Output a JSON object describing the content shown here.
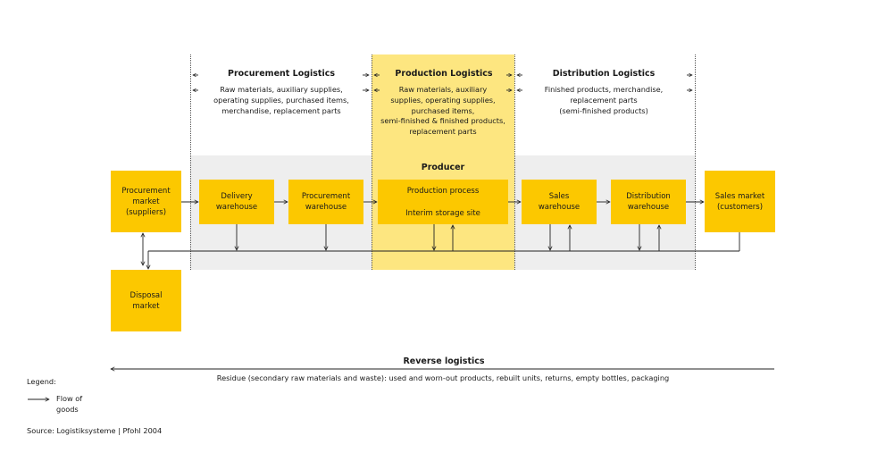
{
  "headers": {
    "procurement": {
      "title": "Procurement Logistics",
      "lines": [
        "Raw materials, auxiliary supplies,",
        "operating supplies, purchased items,",
        "merchandise, replacement parts"
      ]
    },
    "production": {
      "title": "Production Logistics",
      "lines": [
        "Raw materials, auxiliary",
        "supplies, operating supplies,",
        "purchased items,",
        "semi-finished & finished products,",
        "replacement parts"
      ]
    },
    "distribution": {
      "title": "Distribution Logistics",
      "lines": [
        "Finished products, merchandise,",
        "replacement parts",
        "(semi-finished products)"
      ]
    }
  },
  "producer_label": "Producer",
  "boxes": {
    "procurement_market": [
      "Procurement",
      "market",
      "(suppliers)"
    ],
    "delivery_warehouse": [
      "Delivery",
      "warehouse"
    ],
    "procurement_warehouse": [
      "Procurement",
      "warehouse"
    ],
    "production_process": "Production process",
    "interim_storage": "Interim storage site",
    "sales_warehouse": [
      "Sales",
      "warehouse"
    ],
    "distribution_warehouse": [
      "Distribution",
      "warehouse"
    ],
    "sales_market": [
      "Sales market",
      "(customers)"
    ],
    "disposal_market": [
      "Disposal",
      "market"
    ]
  },
  "reverse": {
    "title": "Reverse logistics",
    "text": "Residue (secondary raw materials and waste): used and worn-out products, rebuilt units, returns, empty bottles, packaging"
  },
  "legend": {
    "label": "Legend:",
    "flow_lines": [
      "Flow of",
      "goods"
    ]
  },
  "source": "Source: Logistiksysteme | Pfohl 2004",
  "colors": {
    "box": "#fcc800",
    "production_band": "#fde680",
    "grey_band": "#eeeeee"
  }
}
